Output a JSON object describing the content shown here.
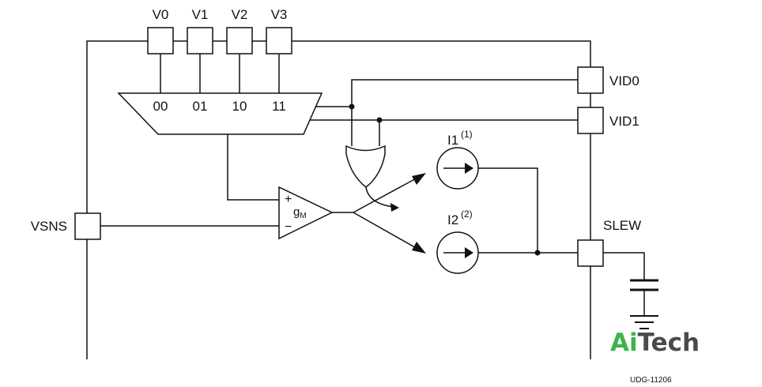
{
  "pins": {
    "v0": "V0",
    "v1": "V1",
    "v2": "V2",
    "v3": "V3",
    "vid0": "VID0",
    "vid1": "VID1",
    "vsns": "VSNS",
    "slew": "SLEW"
  },
  "mux": {
    "inputs": [
      "00",
      "01",
      "10",
      "11"
    ]
  },
  "amplifier": {
    "plus": "+",
    "minus": "−",
    "gain_main": "g",
    "gain_sub": "M"
  },
  "sources": {
    "i1_label": "I1",
    "i1_note": "(1)",
    "i2_label": "I2",
    "i2_note": "(2)"
  },
  "figure_id": "UDG-11206",
  "watermark": {
    "part1": "Ai",
    "part2": "Tech",
    "color1": "#3cb44b",
    "color2": "#4a4a4a"
  }
}
